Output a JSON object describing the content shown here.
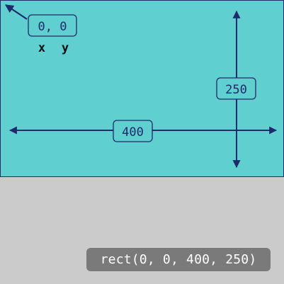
{
  "colors": {
    "canvas_fill": "#5fcfcf",
    "outline": "#1d2a6b",
    "label_box_fill": "#5fcfcf",
    "page_background": "#cbcbcb",
    "code_background": "#7a7a7a",
    "code_text": "#ffffff"
  },
  "origin_label": "0, 0",
  "x_label": "x",
  "y_label": "y",
  "width_label": "400",
  "height_label": "250",
  "code_text": "rect(0, 0, 400, 250)"
}
